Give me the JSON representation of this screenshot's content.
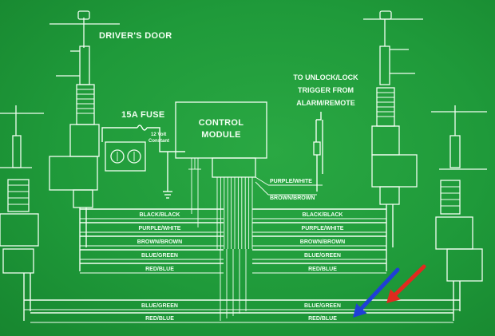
{
  "labels": {
    "drivers_door": "DRIVER'S DOOR",
    "fuse": "15A FUSE",
    "fuse_note_line1": "12 Volt",
    "fuse_note_line2": "Constant",
    "module_line1": "CONTROL",
    "module_line2": "MODULE",
    "trigger_line1": "TO UNLOCK/LOCK",
    "trigger_line2": "TRIGGER FROM",
    "trigger_line3": "ALARM/REMOTE"
  },
  "trigger_wires": {
    "upper": "PURPLE/WHITE",
    "lower": "BROWN/BROWN"
  },
  "wire_rows_left": [
    "BLACK/BLACK",
    "PURPLE/WHITE",
    "BROWN/BROWN",
    "BLUE/GREEN",
    "RED/BLUE"
  ],
  "wire_rows_right": [
    "BLACK/BLACK",
    "PURPLE/WHITE",
    "BROWN/BROWN",
    "BLUE/GREEN",
    "RED/BLUE"
  ],
  "bottom_rows_left": [
    "BLUE/GREEN",
    "RED/BLUE"
  ],
  "bottom_rows_right": [
    "BLUE/GREEN",
    "RED/BLUE"
  ],
  "arrows": {
    "blue_color": "#1f3fd6",
    "red_color": "#e02a1f"
  },
  "line_color": "#f2fff2",
  "background_color": "#1f9a3a"
}
